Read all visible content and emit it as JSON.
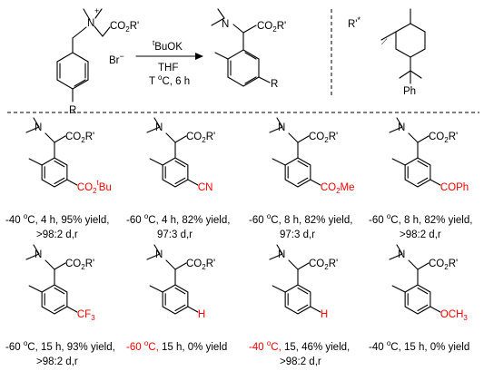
{
  "colors": {
    "text": "#000000",
    "highlight": "#ff0000"
  },
  "reaction": {
    "reagent": "tBuOK",
    "reagent_superscript": "t",
    "reagent_main": "BuOK",
    "solvent": "THF",
    "conditions": "T oC, 6 h",
    "cond_pre": "T ",
    "cond_sup": "o",
    "cond_post": "C, 6 h",
    "counterion": "Br",
    "counterion_charge": "−",
    "charge": "+",
    "ester": "CO2R'",
    "ester_pre": "CO",
    "ester_sub": "2",
    "ester_post": "R'",
    "nitrogen": "N",
    "aryl_substituent": "R"
  },
  "auxiliary": {
    "label": "R'*",
    "label_pre": "R'",
    "label_sup": "*",
    "phenyl": "Ph"
  },
  "substrates": [
    {
      "substituent": "CO2tBu",
      "sub_pre": "CO",
      "sub_sub": "2",
      "sub_sup": "t",
      "sub_post": "Bu",
      "line1": "-40 oC, 4 h, 95% yield,",
      "l1_temp": "-40 ",
      "l1_rest": "C, 4 h, 95% yield,",
      "line2": ">98:2 d,r"
    },
    {
      "substituent": "CN",
      "line1": "-60 oC, 4 h, 82% yield,",
      "l1_temp": "-60 ",
      "l1_rest": "C, 4 h, 82% yield,",
      "line2": "97:3 d,r"
    },
    {
      "substituent": "CO2Me",
      "sub_pre": "CO",
      "sub_sub": "2",
      "sub_post": "Me",
      "line1": "-60 oC, 8 h, 82% yield,",
      "l1_temp": "-60 ",
      "l1_rest": "C, 8 h, 82% yield,",
      "line2": "97:3 d,r"
    },
    {
      "substituent": "COPh",
      "line1": "-60 oC, 8 h, 82% yield,",
      "l1_temp": "-60 ",
      "l1_rest": "C, 8 h, 82% yield,",
      "line2": ">98:2 d,r"
    },
    {
      "substituent": "CF3",
      "sub_pre": "CF",
      "sub_sub": "3",
      "line1": "-60 oC, 15 h, 93% yield,",
      "l1_temp": "-60 ",
      "l1_rest": "C, 15 h, 93% yield,",
      "line2": ">98:2 d,r"
    },
    {
      "substituent": "H",
      "line1": "-60 oC, 15 h, 0% yield",
      "l1_temp": "-60 ",
      "l1_rest": "C,",
      "l1_tail": " 15 h, 0% yield",
      "line2": ""
    },
    {
      "substituent": "H",
      "line1": "-40 oC, 15, 46% yield,",
      "l1_temp": "-40 ",
      "l1_rest": "C,",
      "l1_tail": " 15, 46% yield,",
      "line2": ">98:2 d,r"
    },
    {
      "substituent": "OCH3",
      "sub_pre": "OCH",
      "sub_sub": "3",
      "line1": "-40 oC, 15 h, 0% yield",
      "l1_temp": "-40 ",
      "l1_rest": "C, 15 h, 0% yield",
      "line2": ""
    }
  ]
}
